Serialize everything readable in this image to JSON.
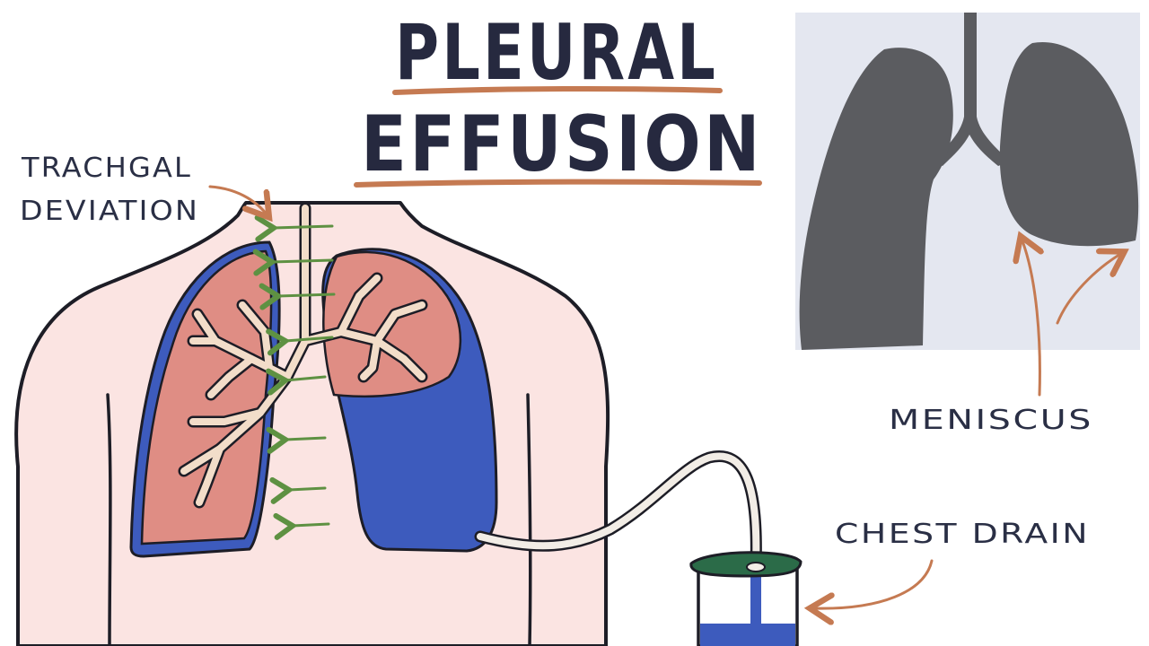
{
  "title": {
    "line1": "PLEURAL",
    "line2": "EFFUSION"
  },
  "labels": {
    "tracheal_line1": "TRACHGAL",
    "tracheal_line2": "DEVIATION",
    "meniscus": "MENISCUS",
    "chest_drain": "CHEST DRAIN"
  },
  "colors": {
    "skin": "#fbe4e2",
    "lung": "#df8d84",
    "fluid": "#3d5bbd",
    "airway": "#f2ddc9",
    "arrow_green": "#5e9142",
    "arrow_orange": "#c57a52",
    "underline": "#c57a52",
    "xray_bg": "#e4e7f0",
    "xray_lung": "#5b5c60",
    "drain_lid": "#2b6b48",
    "outline": "#1d1d26"
  }
}
